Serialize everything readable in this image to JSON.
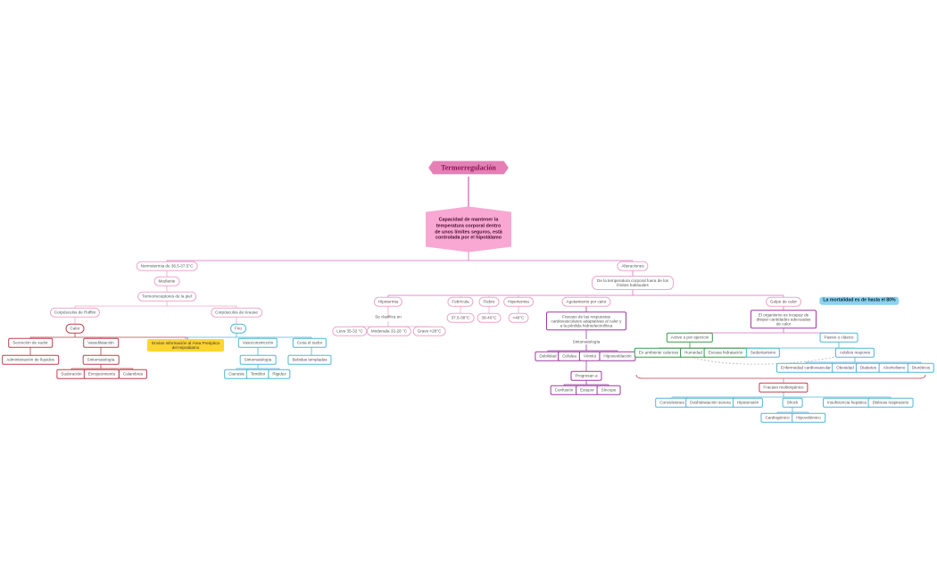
{
  "title": "Termorregulación",
  "definition": "Capacidad de mantener la temperatura corporal dentro de unos límites seguros, está controlada por el hipotálamo",
  "normal": {
    "label": "Normotermia de 36.5-37.5°C",
    "mediante": "Mediante",
    "receptores": "Termorreceptores de la piel",
    "ruffini": "Corpúsculos de Ruffini",
    "krause": "Corpúsculos de Krause",
    "calor": "Calor",
    "frio": "Frio",
    "secrecion": "Secreción de sudor",
    "administracion": "Administración de líquidos",
    "vasodilatacion": "Vasodilatación",
    "sintomatologia_1": "Sintomatología",
    "sudoracion": "Sudoración",
    "enrojecimiento": "Enrojecimiento",
    "calambres": "Calambres",
    "enviar": "Envían información  al Área Preóptica del Hipotálamo",
    "vasoconstriccion": "Vasoconstricción",
    "sintomatologia_2": "Sintomatología",
    "cianosis": "Cianosis",
    "temblor": "Temblor",
    "rigidez": "Rigidez",
    "cesa": "Cesa el sudor",
    "bebidas": "Bebidas templadas"
  },
  "alteraciones": {
    "label": "Alteraciones",
    "definicion": "De la temperatura corporal fuera de los límites habituales",
    "hipotermia": "Hipotermia",
    "clasifica": "Se clasifica en",
    "leve": "Leve 35-32 °C",
    "moderada": "Moderada 32-28 °C",
    "grave": "Grave <28°C",
    "febricula": "Febrícula",
    "febricula_val": "37.5-38°C",
    "fiebre": "Fiebre",
    "fiebre_val": "38-40°C",
    "hipertermia": "Hipertermia",
    "hipertermia_val": ">40°C",
    "agotamiento": "Agotamiento por calor",
    "fracaso": "Fracaso de las respuestas cardiovasculares adaptativas al calor y a la pérdida hidroelectrolítica",
    "sintomatologia": "Sintomatología",
    "debilidad": "Debilidad",
    "cefalea": "Cefalea",
    "vomito": "Vómito",
    "hipoventilacion": "Hipoventilación",
    "progresan": "Progresan a",
    "confusion": "Confusión",
    "estupor": "Estupor",
    "sincope": "Síncope",
    "golpe": "Golpe de calor",
    "nota": "La mortalidad es de hasta el 80%",
    "organismo": "El organismo es incapaz de disipar cantidades adecuadas de calor",
    "activo": "Activo o por ejercicio",
    "pasivo": "Pasivo o clásico",
    "ambiente": "En ambiente caluroso",
    "humedad": "Humedad",
    "hidratacion": "Escasa hidratación",
    "sedentarismo": "Sedentarismo",
    "adultos": "Adultos mayores",
    "enfermedad": "Enfermedad cardiovascular",
    "obesidad": "Obesidad",
    "diabetes": "Diabetes",
    "alcoholismo": "Alcoholismo",
    "diureticos": "Diuréticos",
    "multiorganico": "Fracaso multiorgánico",
    "convulsiones": "Convulsiones",
    "deshidratacion": "Deshidratación severa",
    "hipotension": "Hipotensión",
    "shock": "Shock",
    "cardiogenico": "Cardiogénico",
    "hipovolemico": "Hipovolémico",
    "insuficiencia": "Insuficiencia hepática",
    "distress": "Distress respiratorio"
  },
  "colors": {
    "main_branch": "#d66fc0",
    "pink": "#eda7c9",
    "red": "#c0404f",
    "blue": "#4fb8d6",
    "green": "#3a9a4c",
    "purple": "#9f3aa6",
    "yellow": "#ffd52e",
    "title_bg": "#e580b6",
    "center_bg": "#f8a8d2",
    "note_bg": "#8ad4ef"
  }
}
